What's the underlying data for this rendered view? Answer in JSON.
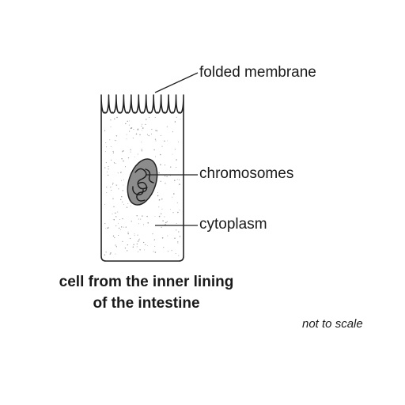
{
  "labels": {
    "membrane": "folded membrane",
    "chromosomes": "chromosomes",
    "cytoplasm": "cytoplasm"
  },
  "caption": {
    "line1": "cell from the inner lining",
    "line2": "of the intestine"
  },
  "scale_note": "not to scale",
  "colors": {
    "outline": "#222222",
    "nucleus_fill": "#8c8c8c",
    "stipple": "#9a9a9a"
  }
}
